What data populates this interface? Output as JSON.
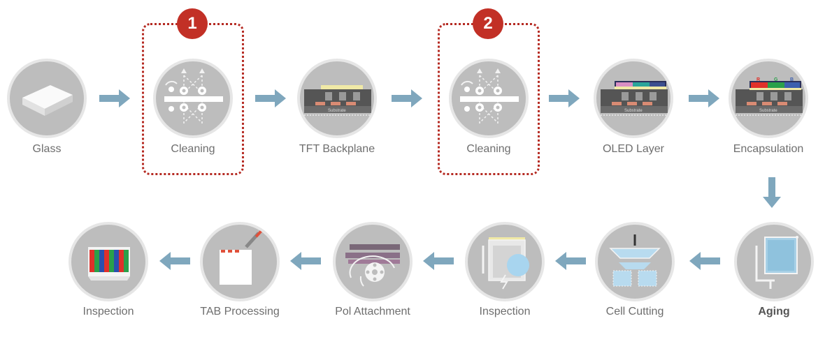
{
  "steps": [
    {
      "label": "Glass",
      "icon": "glass-sheet-icon"
    },
    {
      "label": "Cleaning",
      "icon": "cleaning-rollers-icon",
      "badge": "1"
    },
    {
      "label": "TFT Backplane",
      "icon": "tft-backplane-icon",
      "substrate_text": "Substrate"
    },
    {
      "label": "Cleaning",
      "icon": "cleaning-rollers-icon",
      "badge": "2"
    },
    {
      "label": "OLED Layer",
      "icon": "oled-layer-icon",
      "substrate_text": "Substrate"
    },
    {
      "label": "Encapsulation",
      "icon": "encapsulation-icon",
      "substrate_text": "Substrate",
      "rgb": [
        "R",
        "G",
        "B"
      ]
    },
    {
      "label": "Aging",
      "icon": "aging-icon"
    },
    {
      "label": "Cell Cutting",
      "icon": "cell-cutting-icon"
    },
    {
      "label": "Inspection",
      "icon": "inspection-lightning-icon"
    },
    {
      "label": "Pol Attachment",
      "icon": "pol-attachment-icon"
    },
    {
      "label": "TAB Processing",
      "icon": "tab-processing-icon"
    },
    {
      "label": "Inspection",
      "icon": "display-test-icon"
    }
  ],
  "colors": {
    "disc": "#bdbdbd",
    "disc_ring": "#e6e6e6",
    "arrow": "#7fa7bd",
    "highlight": "#b52a22",
    "label": "#6e6e6e"
  }
}
